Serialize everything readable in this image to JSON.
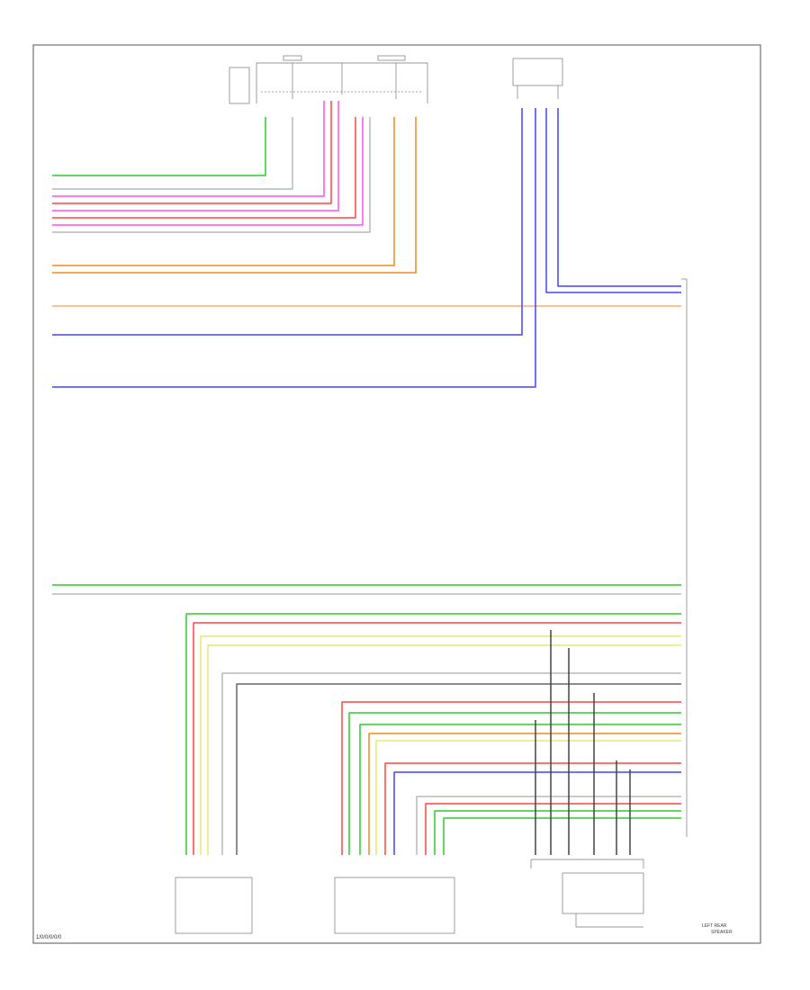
{
  "diagram": {
    "footer_code": "1/0/0/0/0/0",
    "bottom_right_labels": [
      "LEFT REAR",
      "SPEAKER"
    ]
  },
  "colors": {
    "lt_green": "#2ecc2e",
    "white": "#b8b8b8",
    "pink": "#ff4ff0",
    "red": "#ff4444",
    "orange": "#f08a1c",
    "lt_orange": "#f5b070",
    "blue": "#4444ff",
    "yellow": "#e8e870",
    "gray": "#666666",
    "black": "#444444"
  }
}
